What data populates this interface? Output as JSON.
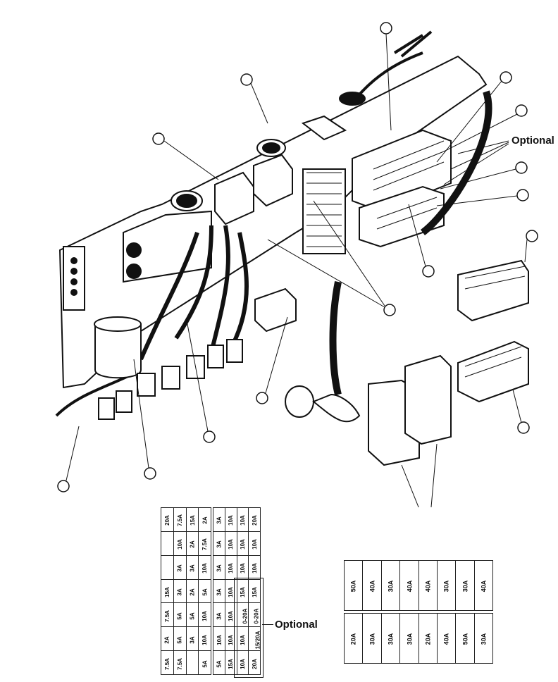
{
  "labels": {
    "optional_top": "Optional",
    "optional_bottom": "Optional"
  },
  "fuse_panel_left": [
    [
      "20A",
      "7.5A",
      "15A",
      "2A"
    ],
    [
      "",
      "10A",
      "2A",
      "7.5A"
    ],
    [
      "",
      "3A",
      "3A",
      "10A"
    ],
    [
      "15A",
      "3A",
      "2A",
      "5A"
    ],
    [
      "7.5A",
      "5A",
      "5A",
      "10A"
    ],
    [
      "2A",
      "5A",
      "3A",
      "10A"
    ],
    [
      "7.5A",
      "7.5A",
      "",
      "5A"
    ]
  ],
  "fuse_panel_mid": [
    [
      "3A",
      "10A",
      "10A",
      "20A"
    ],
    [
      "3A",
      "10A",
      "10A",
      "10A"
    ],
    [
      "3A",
      "10A",
      "10A",
      "10A"
    ],
    [
      "3A",
      "10A",
      "15A",
      "15A"
    ],
    [
      "3A",
      "10A",
      "0-20A",
      "0-20A"
    ],
    [
      "10A",
      "10A",
      "10A",
      "15/20A"
    ],
    [
      "5A",
      "15A",
      "10A",
      "20A"
    ]
  ],
  "maxi_fuse_top": [
    "50A",
    "40A",
    "30A",
    "40A",
    "40A",
    "30A",
    "30A",
    "40A"
  ],
  "maxi_fuse_bottom": [
    "20A",
    "30A",
    "30A",
    "30A",
    "20A",
    "40A",
    "50A",
    "30A"
  ]
}
